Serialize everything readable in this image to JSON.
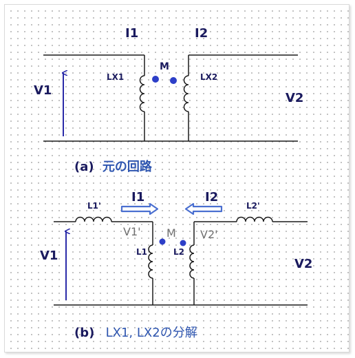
{
  "circuit_a": {
    "I1": "I1",
    "I2": "I2",
    "V1": "V1",
    "V2": "V2",
    "LX1": "LX1",
    "LX2": "LX2",
    "M": "M",
    "caption_prefix": "(a)",
    "caption_text": "元の回路"
  },
  "circuit_b": {
    "I1": "I1",
    "I2": "I2",
    "V1": "V1",
    "V2": "V2",
    "L1p": "L1'",
    "L2p": "L2'",
    "V1p": "V1'",
    "V2p": "V2'",
    "L1": "L1",
    "L2": "L2",
    "M": "M",
    "caption_prefix": "(b)",
    "caption_text": "LX1, LX2の分解"
  },
  "colors": {
    "wire": "#1a1a1a",
    "label": "#1a1a5e",
    "arrow": "#2a2aa8",
    "dot": "#2d3fc8",
    "caption": "#2f56b0",
    "current_arrow": "#4a6fd0"
  }
}
